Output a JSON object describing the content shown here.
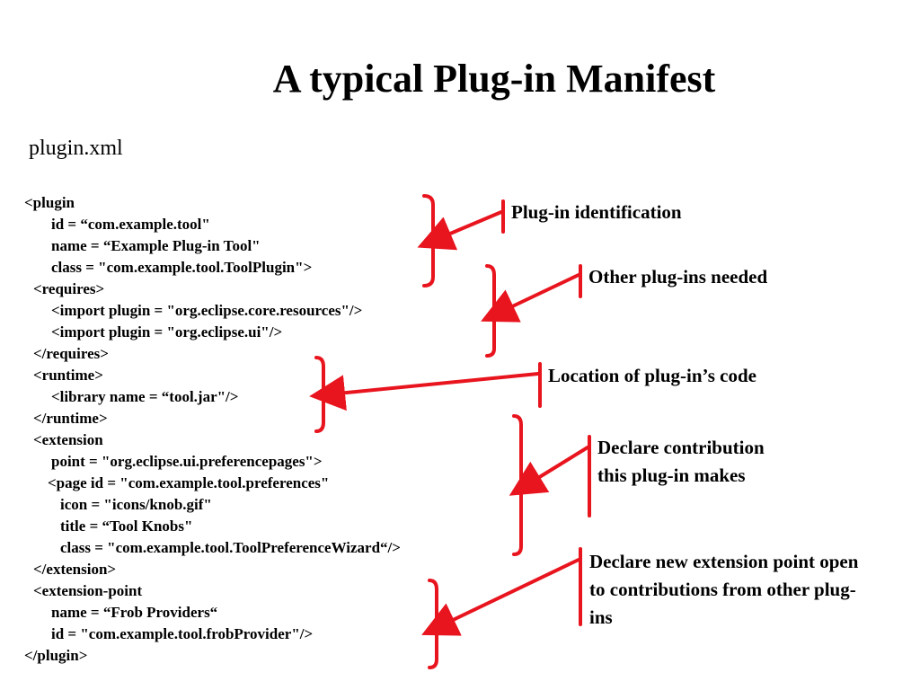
{
  "slide": {
    "title": "A typical Plug-in Manifest",
    "filename": "plugin.xml"
  },
  "code_lines": [
    "<plugin",
    "id = “com.example.tool\"",
    "name = “Example Plug-in Tool\"",
    "class = \"com.example.tool.ToolPlugin\">",
    "<requires>",
    "<import plugin = \"org.eclipse.core.resources\"/>",
    "<import plugin = \"org.eclipse.ui\"/>",
    "</requires>",
    "<runtime>",
    "<library name = “tool.jar\"/>",
    "</runtime>",
    "<extension",
    "point = \"org.eclipse.ui.preferencepages\">",
    "<page id = \"com.example.tool.preferences\"",
    "icon = \"icons/knob.gif\"",
    "title = “Tool Knobs\"",
    "class = \"com.example.tool.ToolPreferenceWizard“/>",
    "</extension>",
    "<extension-point",
    "name = “Frob Providers“",
    "id = \"com.example.tool.frobProvider\"/>",
    "</plugin>"
  ],
  "annotations": [
    {
      "lines": [
        "Plug-in identification"
      ]
    },
    {
      "lines": [
        "Other plug-ins needed"
      ]
    },
    {
      "lines": [
        "Location of plug-in’s code"
      ]
    },
    {
      "lines": [
        "Declare contribution",
        "this plug-in makes"
      ]
    },
    {
      "lines": [
        "Declare new extension point open",
        "to contributions from other plug-",
        "ins"
      ]
    }
  ],
  "colors": {
    "annotation_accent": "#e8141e",
    "text": "#000000",
    "background": "#ffffff"
  }
}
